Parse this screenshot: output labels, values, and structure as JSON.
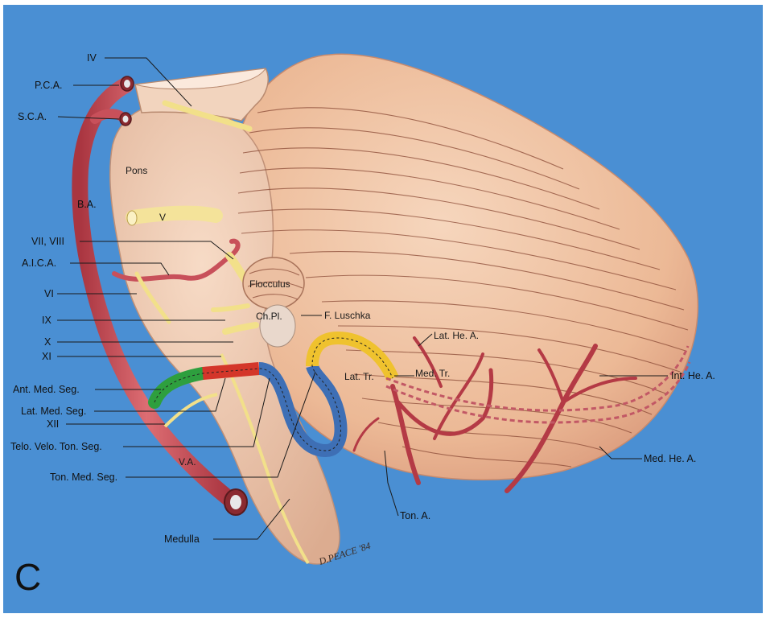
{
  "panel_letter": "C",
  "signature": "D.PEACE '84",
  "labels": {
    "iv": "IV",
    "pca": "P.C.A.",
    "sca": "S.C.A.",
    "ba": "B.A.",
    "pons": "Pons",
    "v": "V",
    "vii_viii": "VII, VIII",
    "aica": "A.I.C.A.",
    "vi": "VI",
    "ix": "IX",
    "x": "X",
    "xi": "XI",
    "ant_med_seg": "Ant. Med. Seg.",
    "lat_med_seg": "Lat. Med. Seg.",
    "xii": "XII",
    "telo_velo_ton_seg": "Telo. Velo. Ton. Seg.",
    "ton_med_seg": "Ton. Med. Seg.",
    "va": "V.A.",
    "medulla": "Medulla",
    "flocculus": "Flocculus",
    "ch_pl": "Ch.Pl.",
    "f_luschka": "F. Luschka",
    "lat_he_a": "Lat. He. A.",
    "lat_tr": "Lat. Tr.",
    "med_tr": "Med. Tr.",
    "int_he_a": "Int. He. A.",
    "med_he_a": "Med. He. A.",
    "ton_a": "Ton. A."
  },
  "colors": {
    "background": "#4a8fd3",
    "artery": "#c8505a",
    "nerve": "#f2e08a",
    "segment_green": "#2e9f3e",
    "segment_red": "#d4362a",
    "segment_blue": "#3e6fb5",
    "segment_yellow": "#efc22e",
    "tissue": "#efc3a4"
  }
}
